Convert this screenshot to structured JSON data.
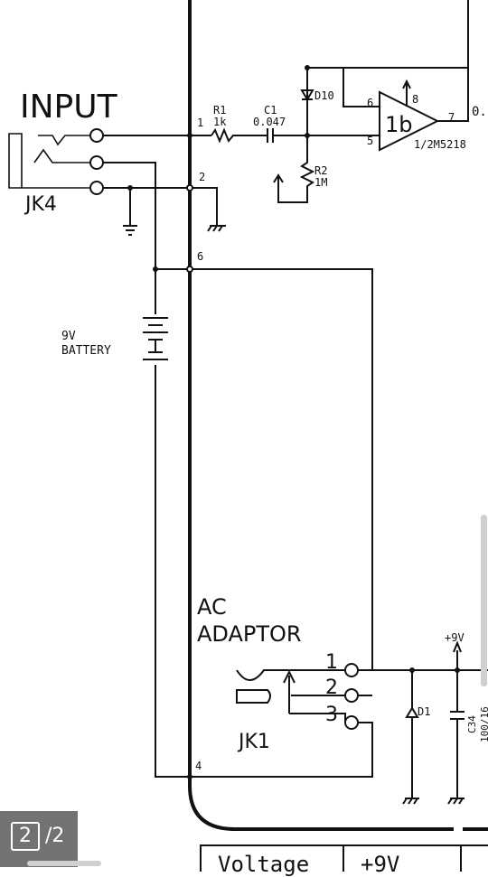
{
  "schematic": {
    "input_title": "INPUT",
    "jk4_label": "JK4",
    "r1_name": "R1",
    "r1_value": "1k",
    "c1_name": "C1",
    "c1_value": "0.047",
    "d10_label": "D10",
    "r2_name": "R2",
    "r2_value": "1M",
    "opamp_label": "1b",
    "opamp_part": "1/2M5218",
    "pin_minus": "6",
    "pin_plus": "5",
    "pin_v": "8",
    "pin_out": "7",
    "out_label": "0.",
    "node_1": "1",
    "node_2": "2",
    "node_6": "6",
    "node_4": "4",
    "battery_line1": "9V",
    "battery_line2": "BATTERY",
    "ac_line1": "AC",
    "ac_line2": "ADAPTOR",
    "jk1_pin1": "1",
    "jk1_pin2": "2",
    "jk1_pin3": "3",
    "jk1_label": "JK1",
    "plus9v": "+9V",
    "d1_label": "D1",
    "c34_name": "C34",
    "c34_value": "100/16"
  },
  "table": {
    "col1": "Voltage",
    "col2": "+9V"
  },
  "viewer": {
    "current_page": "2",
    "total_pages": "/2"
  }
}
